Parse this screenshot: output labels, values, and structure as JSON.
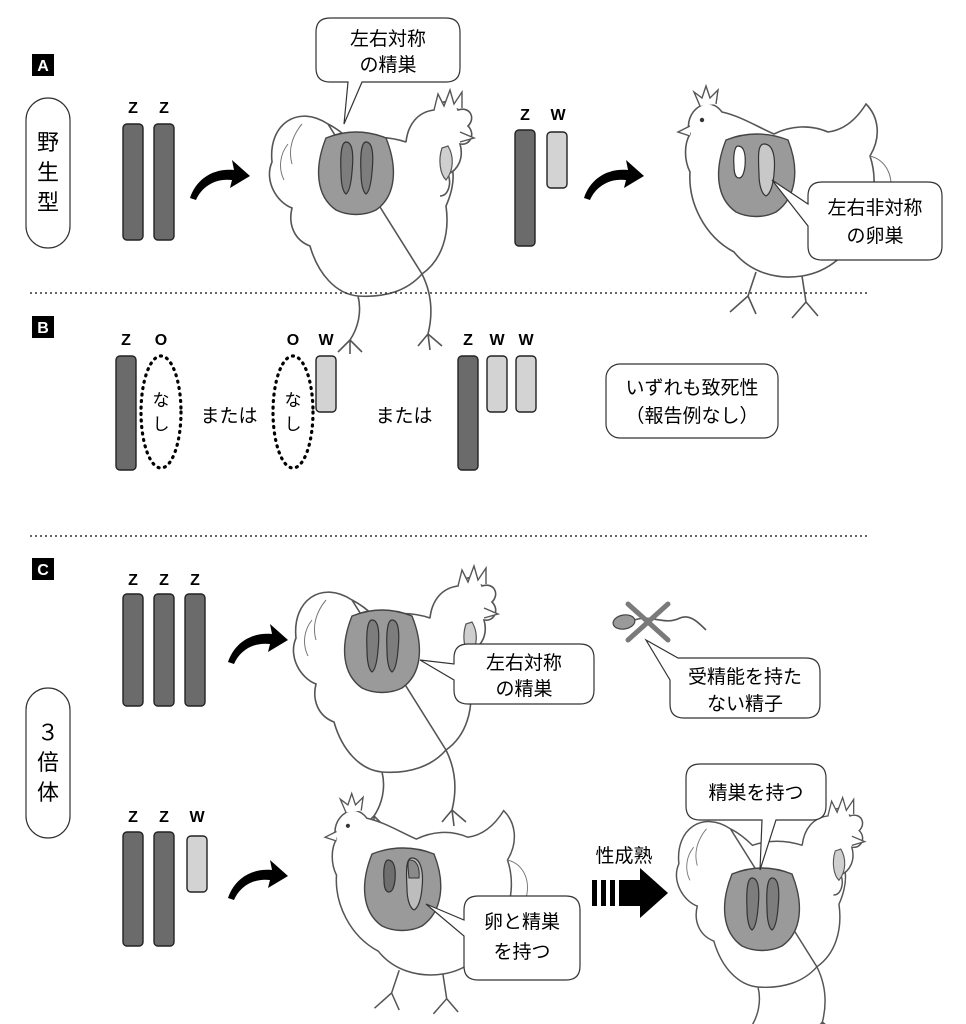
{
  "panel_a": {
    "letter": "A",
    "side_label": [
      "野",
      "生",
      "型"
    ],
    "male": {
      "chromosomes": [
        "Z",
        "Z"
      ],
      "bubble": [
        "左右対称",
        "の精巣"
      ]
    },
    "female": {
      "chromosomes": [
        "Z",
        "W"
      ],
      "bubble": [
        "左右非対称",
        "の卵巣"
      ]
    }
  },
  "panel_b": {
    "letter": "B",
    "group1": [
      "Z",
      "O"
    ],
    "absent_text": [
      "な",
      "し"
    ],
    "or_text": "または",
    "group2": [
      "O",
      "W"
    ],
    "group3": [
      "Z",
      "W",
      "W"
    ],
    "note": [
      "いずれも致死性",
      "（報告例なし）"
    ]
  },
  "panel_c": {
    "letter": "C",
    "side_label": [
      "３",
      "倍",
      "体"
    ],
    "zzz": {
      "chromosomes": [
        "Z",
        "Z",
        "Z"
      ],
      "bubble": [
        "左右対称",
        "の精巣"
      ]
    },
    "sperm_bubble": [
      "受精能を持た",
      "ない精子"
    ],
    "zzw": {
      "chromosomes": [
        "Z",
        "Z",
        "W"
      ],
      "bubble": [
        "卵と精巣",
        "を持つ"
      ]
    },
    "maturation": "性成熟",
    "mature_bubble": "精巣を持つ"
  },
  "colors": {
    "dark_chromosome": "#6b6b6b",
    "light_chromosome": "#d3d3d3",
    "gonad": "#9a9a9a"
  }
}
